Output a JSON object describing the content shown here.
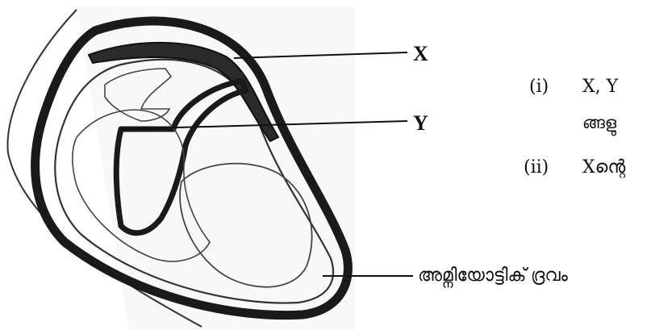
{
  "labels": {
    "x": "X",
    "y": "Y",
    "amniotic": "അമ്നിയോട്ടിക് ദ്രവം"
  },
  "questions": [
    {
      "num": "(i)",
      "text": "X, Y ",
      "cont": "ങ്ങളു"
    },
    {
      "num": "(ii)",
      "text": "Xന്റെ "
    }
  ]
}
